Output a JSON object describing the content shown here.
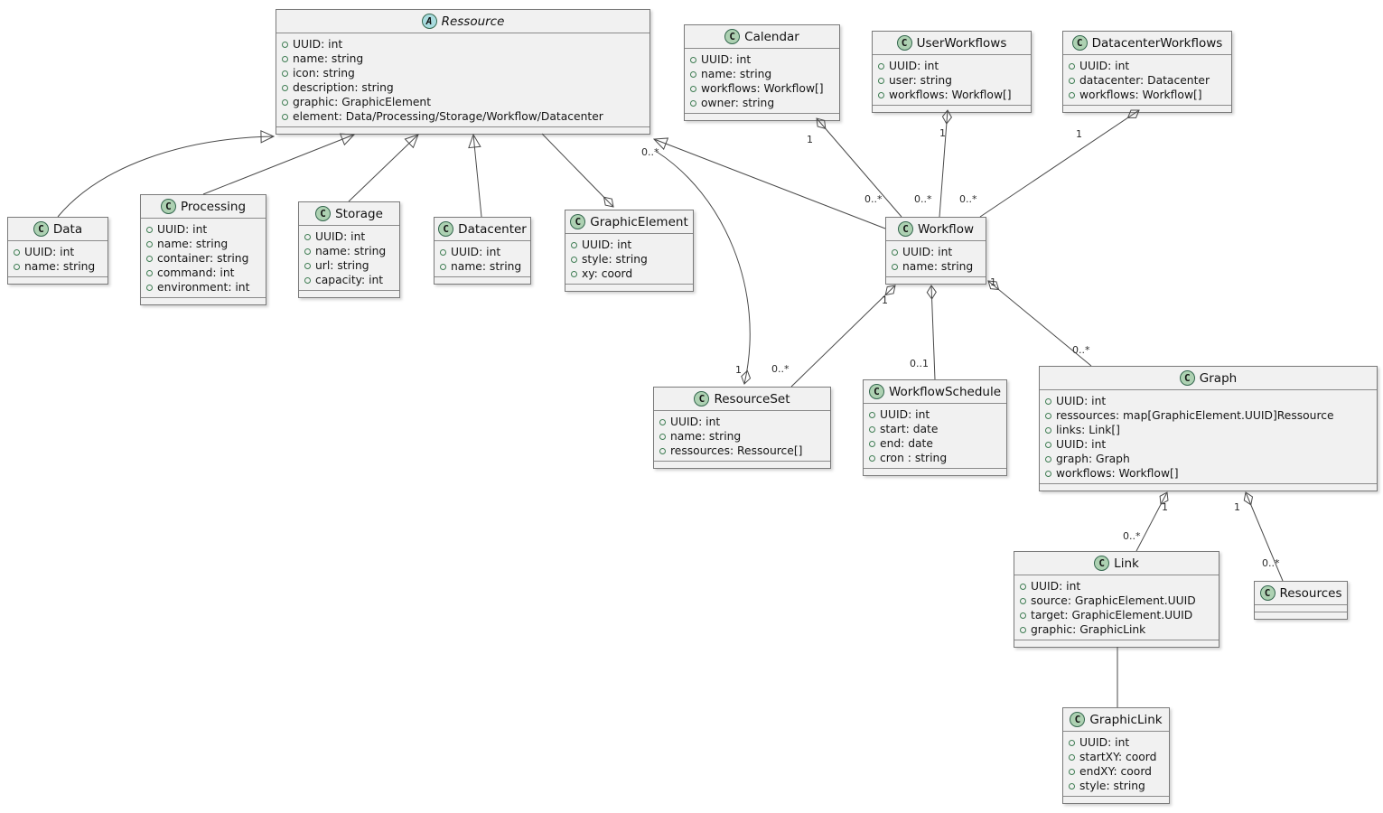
{
  "diagram": {
    "kind": "uml-class-diagram",
    "colors": {
      "background": "#ffffff",
      "class_fill": "#f1f1f1",
      "class_border": "#7a7a7a",
      "class_icon_fill": "#add1b2",
      "abstract_icon_fill": "#a9dcdf",
      "icon_border": "#33664d",
      "field_dot": "#3f7d53",
      "edge": "#4a4a4a"
    }
  },
  "classes": [
    {
      "badge": "A",
      "name": "Ressource",
      "abstract": true,
      "attributes": [
        "UUID: int",
        "name: string",
        "icon: string",
        "description: string",
        "graphic: GraphicElement",
        "element: Data/Processing/Storage/Workflow/Datacenter"
      ]
    },
    {
      "badge": "C",
      "name": "Calendar",
      "attributes": [
        "UUID: int",
        "name: string",
        "workflows: Workflow[]",
        "owner: string"
      ]
    },
    {
      "badge": "C",
      "name": "UserWorkflows",
      "attributes": [
        "UUID: int",
        "user: string",
        "workflows: Workflow[]"
      ]
    },
    {
      "badge": "C",
      "name": "DatacenterWorkflows",
      "attributes": [
        "UUID: int",
        "datacenter: Datacenter",
        "workflows: Workflow[]"
      ]
    },
    {
      "badge": "C",
      "name": "Data",
      "attributes": [
        "UUID: int",
        "name: string"
      ]
    },
    {
      "badge": "C",
      "name": "Processing",
      "attributes": [
        "UUID: int",
        "name: string",
        "container: string",
        "command: int",
        "environment: int"
      ]
    },
    {
      "badge": "C",
      "name": "Storage",
      "attributes": [
        "UUID: int",
        "name: string",
        "url: string",
        "capacity: int"
      ]
    },
    {
      "badge": "C",
      "name": "Datacenter",
      "attributes": [
        "UUID: int",
        "name: string"
      ]
    },
    {
      "badge": "C",
      "name": "GraphicElement",
      "attributes": [
        "UUID: int",
        "style: string",
        "xy: coord"
      ]
    },
    {
      "badge": "C",
      "name": "Workflow",
      "attributes": [
        "UUID: int",
        "name: string"
      ]
    },
    {
      "badge": "C",
      "name": "ResourceSet",
      "attributes": [
        "UUID: int",
        "name: string",
        "ressources: Ressource[]"
      ]
    },
    {
      "badge": "C",
      "name": "WorkflowSchedule",
      "attributes": [
        "UUID: int",
        "start: date",
        "end: date",
        "cron : string"
      ]
    },
    {
      "badge": "C",
      "name": "Graph",
      "attributes": [
        "UUID: int",
        "ressources: map[GraphicElement.UUID]Ressource",
        "links: Link[]",
        "UUID: int",
        "graph: Graph",
        "workflows: Workflow[]"
      ]
    },
    {
      "badge": "C",
      "name": "Link",
      "attributes": [
        "UUID: int",
        "source: GraphicElement.UUID",
        "target: GraphicElement.UUID",
        "graphic: GraphicLink"
      ]
    },
    {
      "badge": "C",
      "name": "Resources",
      "attributes": []
    },
    {
      "badge": "C",
      "name": "GraphicLink",
      "attributes": [
        "UUID: int",
        "startXY: coord",
        "endXY: coord",
        "style: string"
      ]
    }
  ],
  "edges": [
    {
      "from": "Data",
      "to": "Ressource",
      "type": "inheritance"
    },
    {
      "from": "Processing",
      "to": "Ressource",
      "type": "inheritance"
    },
    {
      "from": "Storage",
      "to": "Ressource",
      "type": "inheritance"
    },
    {
      "from": "Datacenter",
      "to": "Ressource",
      "type": "inheritance"
    },
    {
      "from": "Ressource",
      "to": "GraphicElement",
      "type": "aggregation"
    },
    {
      "from": "Workflow",
      "to": "Ressource",
      "type": "inheritance"
    },
    {
      "from": "ResourceSet",
      "to": "Ressource",
      "type": "aggregation",
      "from_label": "1",
      "to_label": "0..*"
    },
    {
      "from": "Calendar",
      "to": "Workflow",
      "type": "aggregation",
      "from_label": "1",
      "to_label": "0..*"
    },
    {
      "from": "UserWorkflows",
      "to": "Workflow",
      "type": "aggregation",
      "from_label": "1",
      "to_label": "0..*"
    },
    {
      "from": "DatacenterWorkflows",
      "to": "Workflow",
      "type": "aggregation",
      "from_label": "1",
      "to_label": "0..*"
    },
    {
      "from": "Workflow",
      "to": "ResourceSet",
      "type": "aggregation",
      "from_label": "1",
      "to_label": "0..*"
    },
    {
      "from": "Workflow",
      "to": "WorkflowSchedule",
      "type": "aggregation",
      "to_label": "0..1"
    },
    {
      "from": "Workflow",
      "to": "Graph",
      "type": "aggregation",
      "from_label": "1",
      "to_label": "0..*"
    },
    {
      "from": "Graph",
      "to": "Link",
      "type": "aggregation",
      "from_label": "1",
      "to_label": "0..*"
    },
    {
      "from": "Graph",
      "to": "Resources",
      "type": "aggregation",
      "from_label": "1",
      "to_label": "0..*"
    },
    {
      "from": "Link",
      "to": "GraphicLink",
      "type": "association"
    }
  ]
}
